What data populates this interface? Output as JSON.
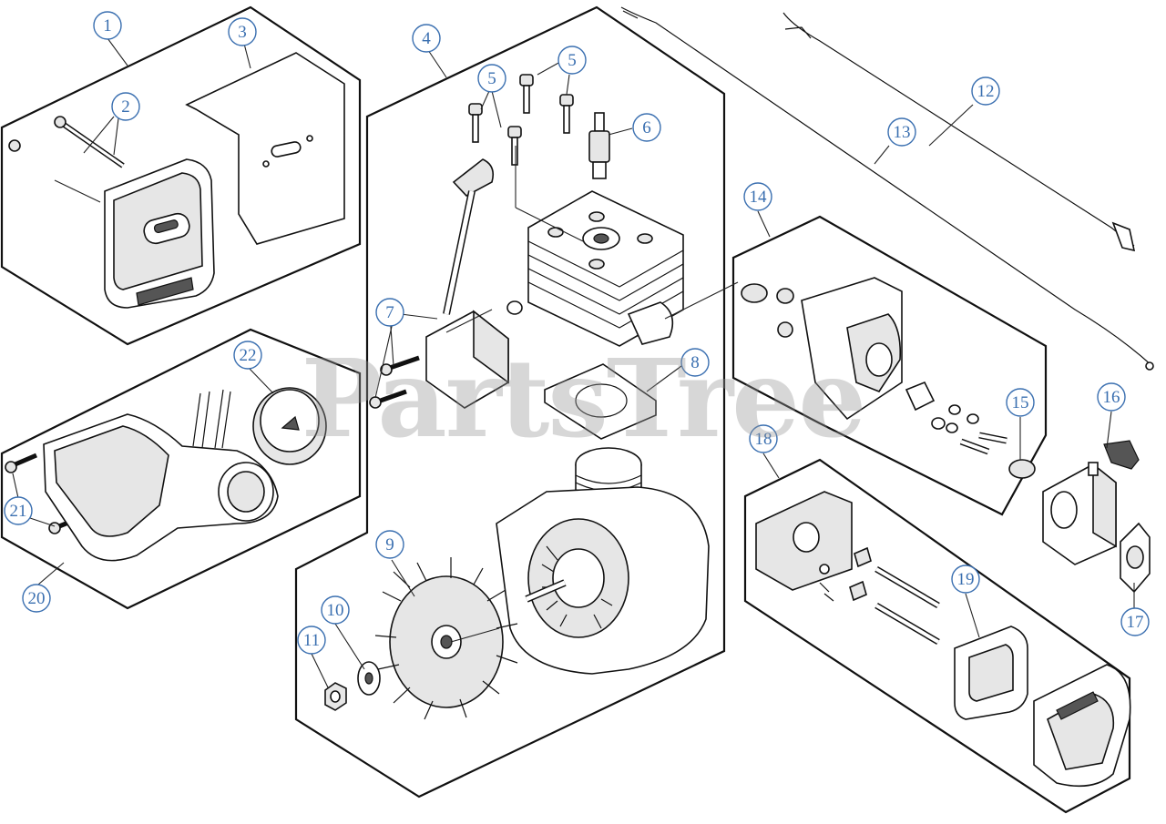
{
  "watermark": "PartsTree",
  "callouts": {
    "c1": "1",
    "c2": "2",
    "c3": "3",
    "c4": "4",
    "c5a": "5",
    "c5b": "5",
    "c6": "6",
    "c7": "7",
    "c8": "8",
    "c9": "9",
    "c10": "10",
    "c11": "11",
    "c12": "12",
    "c13": "13",
    "c14": "14",
    "c15": "15",
    "c16": "16",
    "c17": "17",
    "c18": "18",
    "c19": "19",
    "c20": "20",
    "c21": "21",
    "c22": "22"
  },
  "colors": {
    "callout": "#3a6fb0",
    "line": "#111111",
    "watermark": "#969696"
  }
}
